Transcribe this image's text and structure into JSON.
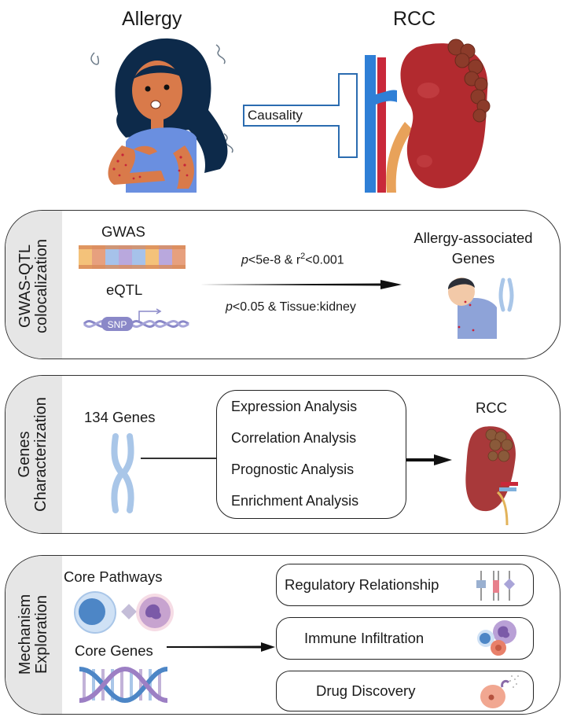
{
  "header": {
    "left_title": "Allergy",
    "right_title": "RCC",
    "connector_label": "Causality"
  },
  "panels": [
    {
      "side_label_line1": "GWAS-QTL",
      "side_label_line2": "colocalization",
      "sources": [
        {
          "label": "GWAS",
          "icon": "dna-sequence-strip-icon"
        },
        {
          "label": "eQTL",
          "icon": "snp-dna-helix-icon"
        }
      ],
      "criteria_top_p": "p",
      "criteria_top_rest": "<5e-8 & r",
      "criteria_top_sup": "2",
      "criteria_top_end": "<0.001",
      "criteria_bottom_p": "p",
      "criteria_bottom_rest": "<0.05 & Tissue:kidney",
      "result_line1": "Allergy-associated",
      "result_line2": "Genes"
    },
    {
      "side_label_line1": "Genes",
      "side_label_line2": "Characterization",
      "genes_label": "134 Genes",
      "analyses": [
        "Expression Analysis",
        "Correlation Analysis",
        "Prognostic Analysis",
        "Enrichment Analysis"
      ],
      "result_label": "RCC"
    },
    {
      "side_label_line1": "Mechanism",
      "side_label_line2": "Exploration",
      "inputs": [
        "Core Pathways",
        "Core Genes"
      ],
      "outputs": [
        "Regulatory Relationship",
        "Immune Infiltration",
        "Drug Discovery"
      ]
    }
  ],
  "colors": {
    "border": "#333333",
    "side_bar": "#e6e6e6",
    "causality_border": "#2b6cb0",
    "kidney": "#b22a2f",
    "tumor": "#8c3b2a",
    "vein": "#2f7fd6",
    "artery": "#c9283a",
    "chromosome": "#a9c6e8"
  }
}
